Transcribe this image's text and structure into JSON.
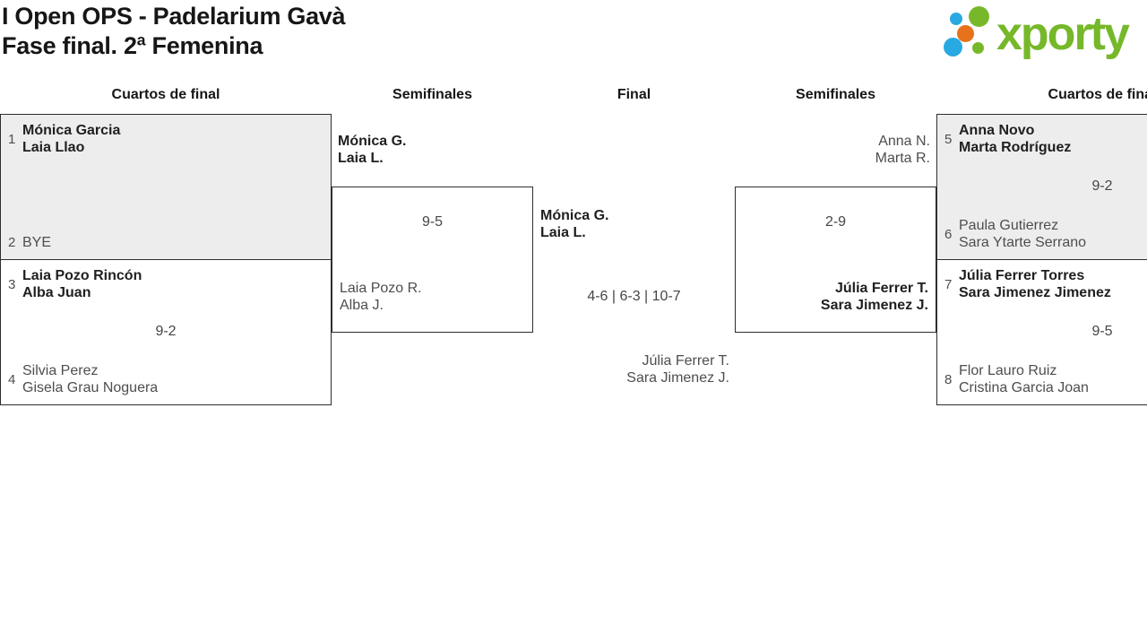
{
  "page": {
    "title_line1": "I Open OPS - Padelarium Gavà",
    "title_line2": "Fase final. 2ª Femenina"
  },
  "logo": {
    "text": "xporty"
  },
  "colors": {
    "logo_green": "#76b82a",
    "logo_blue": "#29a9e1",
    "logo_orange": "#e8711c",
    "box_highlight": "#ededed",
    "box_border": "#2e2e2e",
    "winner_text": "#1f1f1f",
    "secondary_text": "#4e4e4e"
  },
  "round_headers": [
    {
      "label": "Cuartos de final"
    },
    {
      "label": "Semifinales"
    },
    {
      "label": "Final"
    },
    {
      "label": "Semifinales"
    },
    {
      "label": "Cuartos de final"
    }
  ],
  "matches": {
    "qf_left_1": {
      "team1": {
        "seed": "1",
        "player1": "Mónica Garcia",
        "player2": "Laia Llao",
        "winner": true
      },
      "score": "",
      "team2": {
        "seed": "2",
        "player1": "BYE",
        "player2": "",
        "winner": false
      }
    },
    "qf_left_2": {
      "team1": {
        "seed": "3",
        "player1": "Laia Pozo Rincón",
        "player2": "Alba Juan",
        "winner": true
      },
      "score": "9-2",
      "team2": {
        "seed": "4",
        "player1": "Silvia Perez",
        "player2": "Gisela Grau Noguera",
        "winner": false
      }
    },
    "sf_left": {
      "team1": {
        "player1": "Mónica G.",
        "player2": "Laia L.",
        "winner": true
      },
      "score": "9-5",
      "team2": {
        "player1": "Laia Pozo R.",
        "player2": "Alba J.",
        "winner": false
      }
    },
    "final": {
      "team1": {
        "player1": "Mónica G.",
        "player2": "Laia L.",
        "winner": true
      },
      "score": "4-6 | 6-3 | 10-7",
      "team2": {
        "player1": "Júlia Ferrer T.",
        "player2": "Sara Jimenez J.",
        "winner": false
      }
    },
    "sf_right": {
      "team1": {
        "player1": "Anna N.",
        "player2": "Marta R.",
        "winner": false
      },
      "score": "2-9",
      "team2": {
        "player1": "Júlia Ferrer T.",
        "player2": "Sara Jimenez J.",
        "winner": true
      }
    },
    "qf_right_1": {
      "team1": {
        "seed": "5",
        "player1": "Anna Novo",
        "player2": "Marta Rodríguez",
        "winner": true
      },
      "score": "9-2",
      "team2": {
        "seed": "6",
        "player1": "Paula Gutierrez",
        "player2": "Sara Ytarte Serrano",
        "winner": false
      }
    },
    "qf_right_2": {
      "team1": {
        "seed": "7",
        "player1": "Júlia Ferrer Torres",
        "player2": "Sara Jimenez Jimenez",
        "winner": true
      },
      "score": "9-5",
      "team2": {
        "seed": "8",
        "player1": "Flor Lauro Ruiz",
        "player2": "Cristina Garcia Joan",
        "winner": false
      }
    }
  }
}
